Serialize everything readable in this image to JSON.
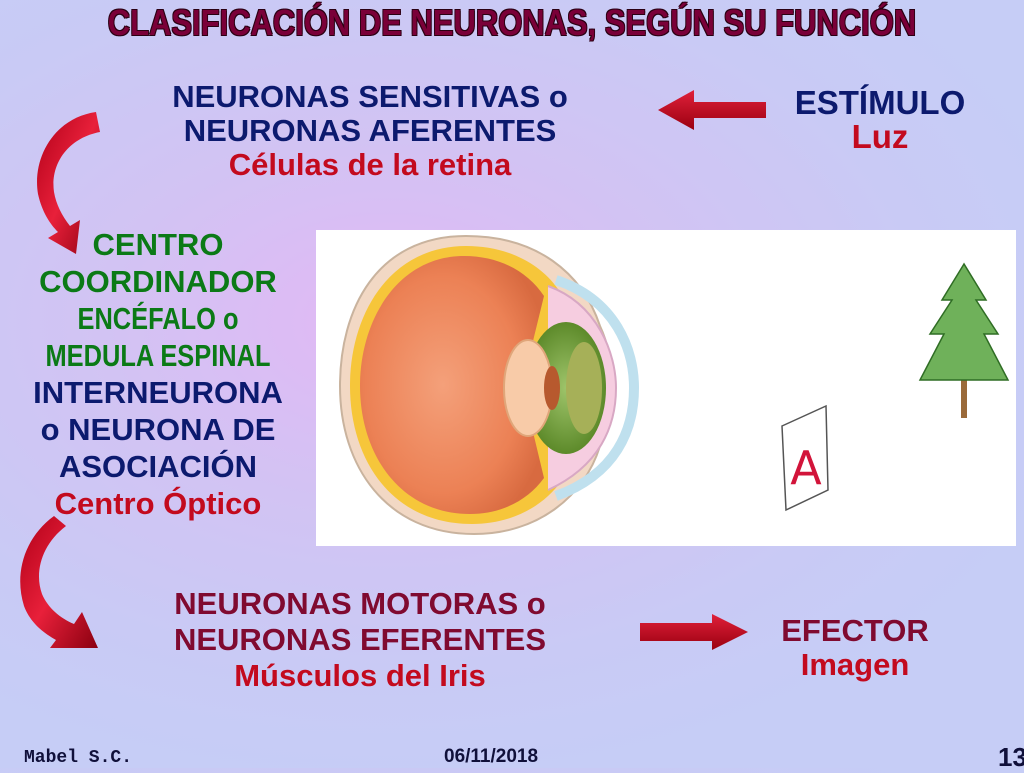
{
  "slide": {
    "title": "CLASIFICACIÓN DE NEURONAS, SEGÚN SU FUNCIÓN"
  },
  "sensory": {
    "line1": "NEURONAS SENSITIVAS o",
    "line2": "NEURONAS AFERENTES",
    "example": "Células de la retina"
  },
  "stimulus": {
    "label": "ESTÍMULO",
    "example": "Luz"
  },
  "coordinator": {
    "line1": "CENTRO",
    "line2": "COORDINADOR",
    "line3": "ENCÉFALO o",
    "line4": "MEDULA ESPINAL",
    "line5": "INTERNEURONA",
    "line6": "o NEURONA DE",
    "line7": "ASOCIACIÓN",
    "example": "Centro Óptico"
  },
  "motor": {
    "line1": "NEURONAS MOTORAS o",
    "line2": "NEURONAS EFERENTES",
    "example": "Músculos del Iris"
  },
  "effector": {
    "label": "EFECTOR",
    "example": "Imagen"
  },
  "illustration": {
    "card_letter": "A"
  },
  "footer": {
    "author": "Mabel S.C.",
    "date": "06/11/2018",
    "page": "13"
  },
  "colors": {
    "title": "#7a0038",
    "navy": "#0c1a6e",
    "red": "#c30a1e",
    "green": "#0b7a16",
    "arrow": "#c8001a"
  },
  "icons": [
    "curved-arrow-icon",
    "right-arrow-icon",
    "left-arrow-icon",
    "eye-illustration",
    "tree-icon",
    "letter-card-icon"
  ]
}
